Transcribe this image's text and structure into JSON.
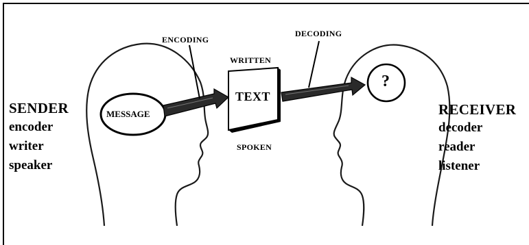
{
  "sender": {
    "title": "SENDER",
    "roles": [
      "encoder",
      "writer",
      "speaker"
    ]
  },
  "receiver": {
    "title": "RECEIVER",
    "roles": [
      "decoder",
      "reader",
      "listener"
    ]
  },
  "message_label": "MESSAGE",
  "encoding_label": "ENCODING",
  "decoding_label": "DECODING",
  "text_box": {
    "label": "TEXT",
    "written_label": "WRITTEN",
    "spoken_label": "SPOKEN"
  },
  "question_mark": "?"
}
